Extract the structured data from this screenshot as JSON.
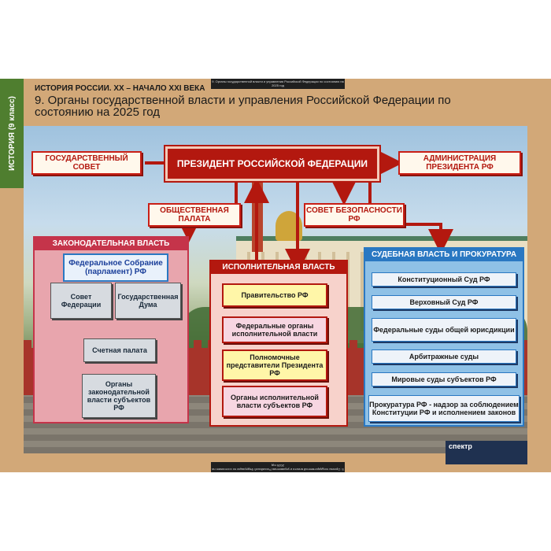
{
  "side_label": "ИСТОРИЯ (9 класс)",
  "header_strip": "9. Органы государственной власти и управления Российской Федерации по состоянию на 2025 год",
  "supertitle": "ИСТОРИЯ РОССИИ. XX – НАЧАЛО XXI ВЕКА",
  "title": "9. Органы государственной власти и управления Российской Федерации по состоянию на 2025 год",
  "top": {
    "state_council": "ГОСУДАРСТВЕННЫЙ СОВЕТ",
    "president": "ПРЕЗИДЕНТ РОССИЙСКОЙ ФЕДЕРАЦИИ",
    "administration": "АДМИНИСТРАЦИЯ ПРЕЗИДЕНТА РФ",
    "public_chamber": "ОБЩЕСТВЕННАЯ ПАЛАТА",
    "security_council": "СОВЕТ БЕЗОПАСНОСТИ РФ"
  },
  "legislative": {
    "title": "ЗАКОНОДАТЕЛЬНАЯ ВЛАСТЬ",
    "federal_assembly": "Федеральное Собрание (парламент) РФ",
    "federation_council": "Совет Федерации",
    "state_duma": "Государственная Дума",
    "accounts_chamber": "Счетная палата",
    "regional_bodies": "Органы законодательной власти субъектов РФ"
  },
  "executive": {
    "title": "ИСПОЛНИТЕЛЬНАЯ ВЛАСТЬ",
    "government": "Правительство РФ",
    "federal_bodies": "Федеральные органы исполнительной власти",
    "representatives": "Полномочные представители Президента РФ",
    "regional_bodies": "Органы исполнительной власти субъектов РФ"
  },
  "judicial": {
    "title": "СУДЕБНАЯ ВЛАСТЬ И ПРОКУРАТУРА",
    "items": [
      "Конституционный Суд РФ",
      "Верховный Суд РФ",
      "Федеральные суды общей юрисдикции",
      "Арбитражные суды",
      "Мировые суды субъектов РФ",
      "Прокуратура РФ - надзор за соблюдением Конституции РФ и исполнением законов"
    ]
  },
  "publisher": "спектр",
  "colors": {
    "red": "#b3180f",
    "blue": "#2a78c2",
    "pink": "#e8a5ad",
    "green_side": "#4f7e2f"
  }
}
